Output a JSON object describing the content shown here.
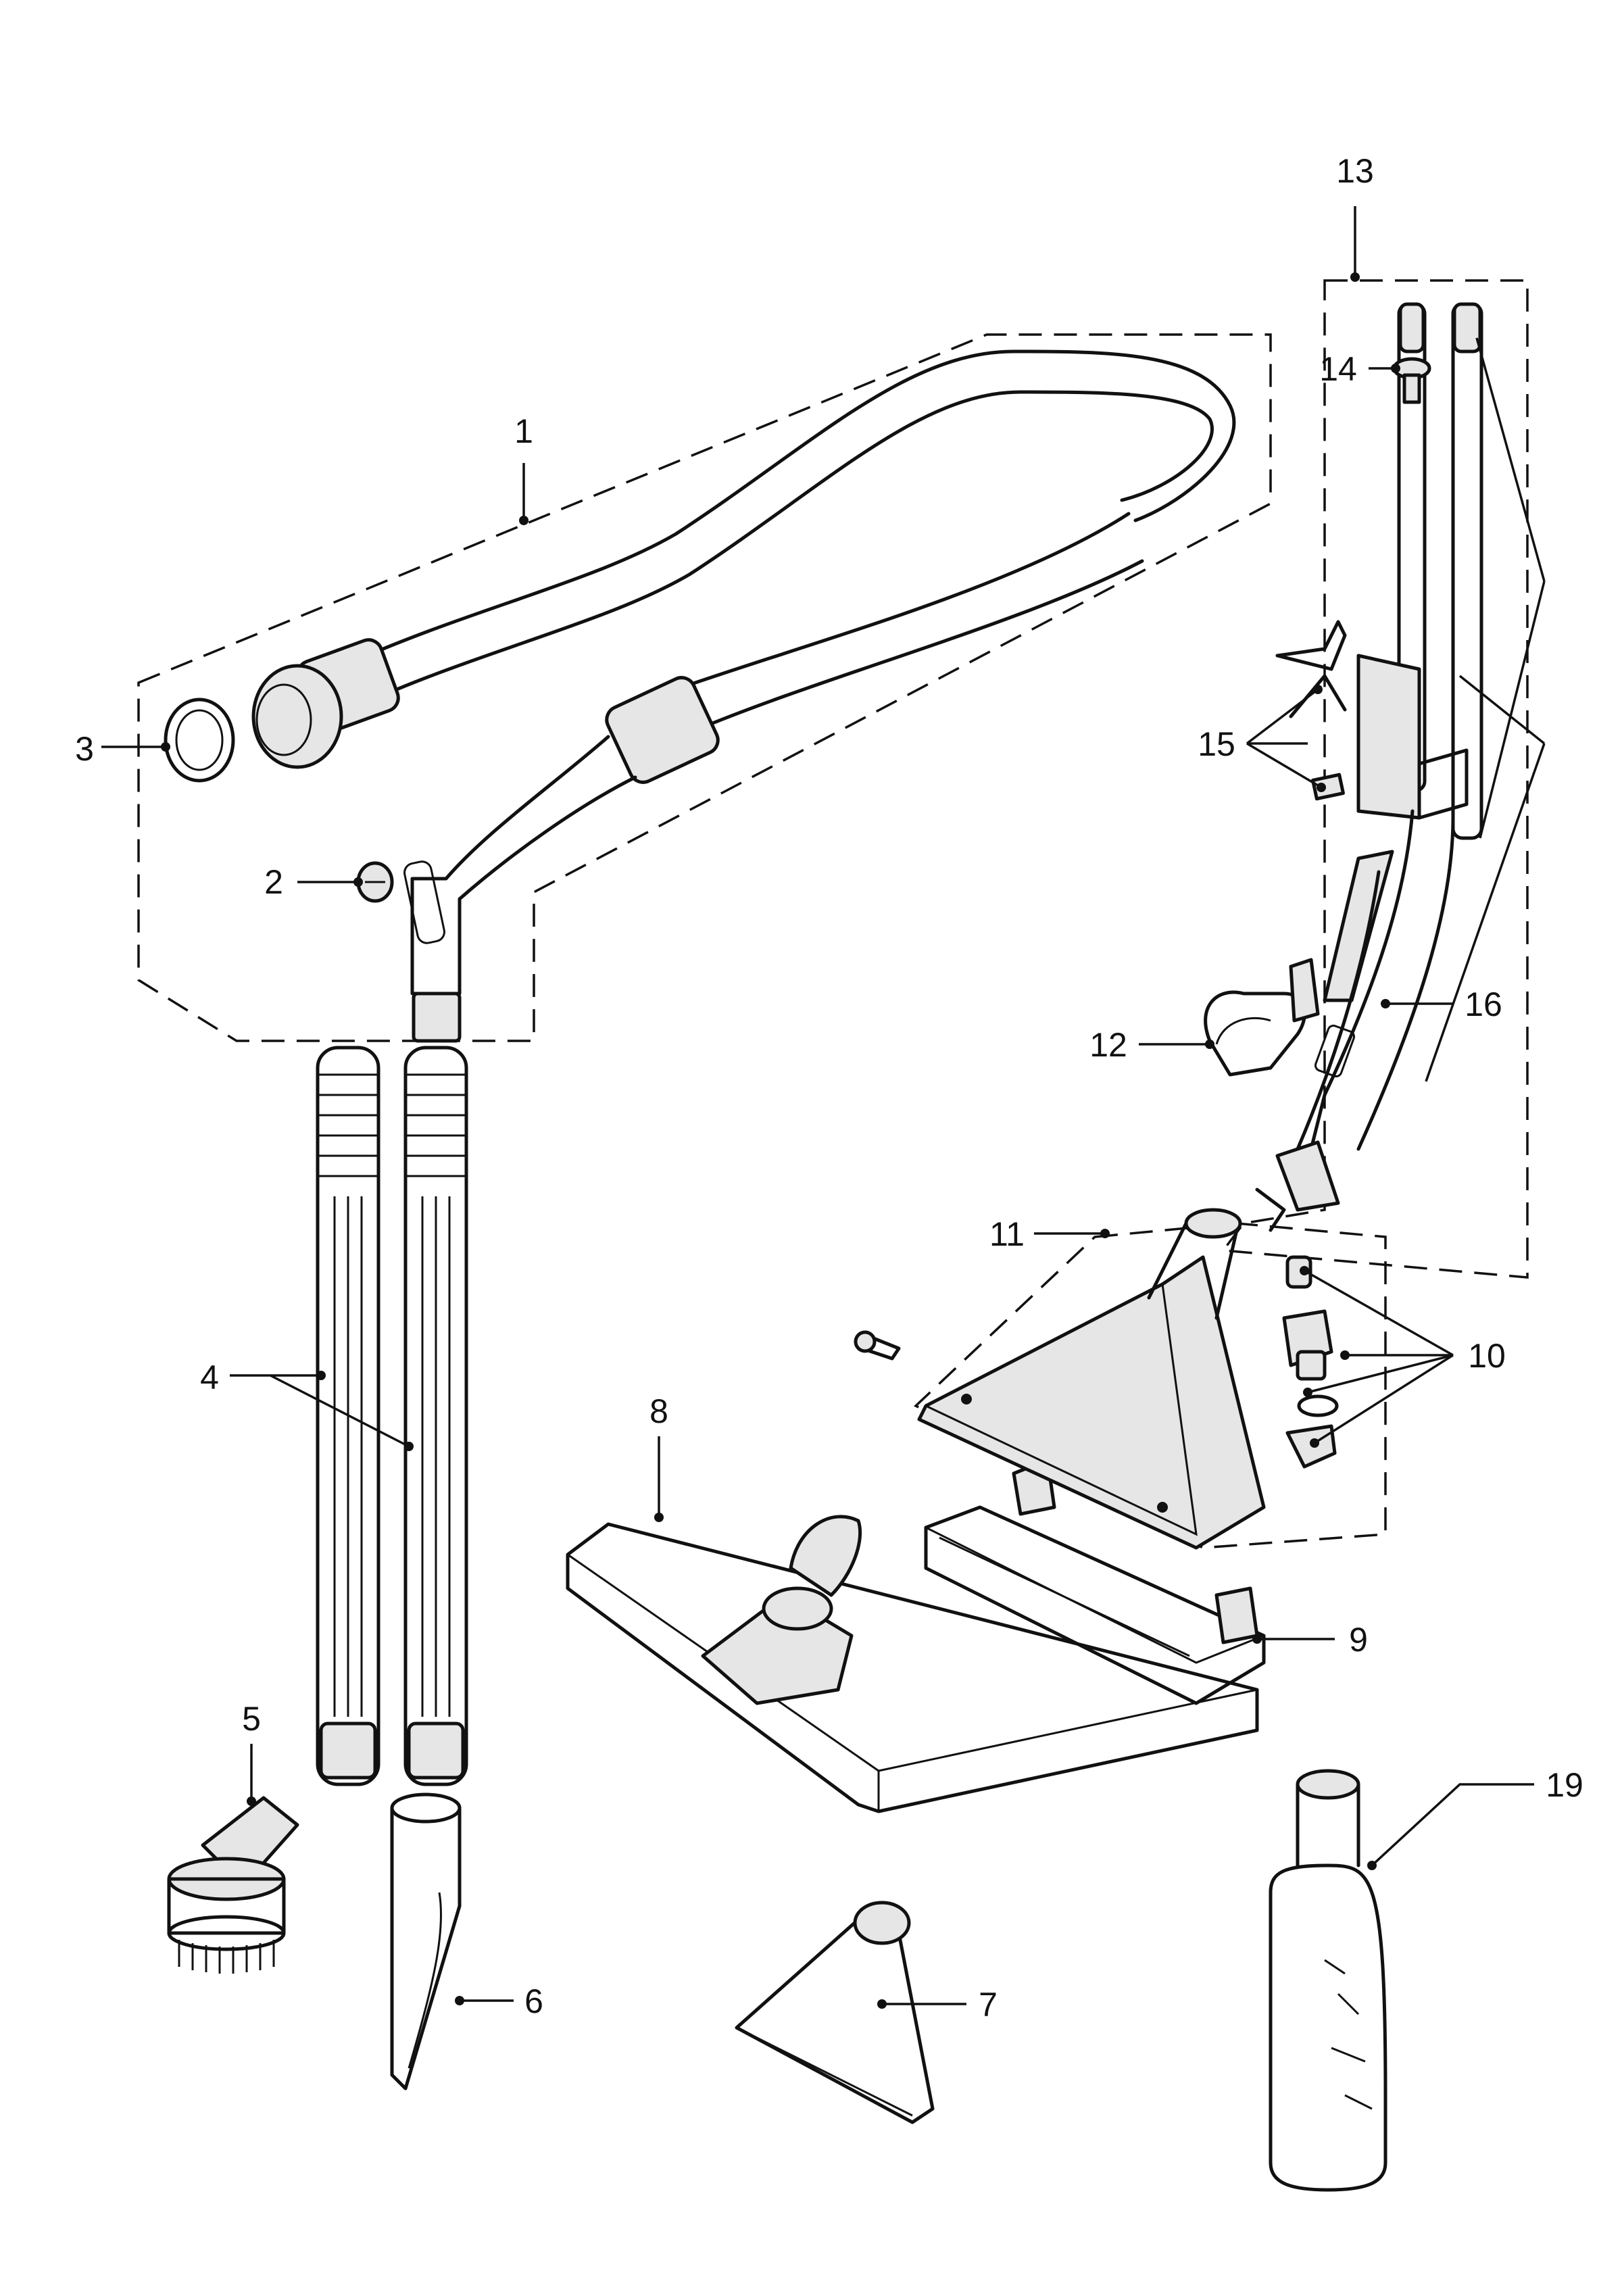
{
  "diagram": {
    "callouts": [
      {
        "id": "1",
        "label": "1"
      },
      {
        "id": "2",
        "label": "2"
      },
      {
        "id": "3",
        "label": "3"
      },
      {
        "id": "4",
        "label": "4"
      },
      {
        "id": "5",
        "label": "5"
      },
      {
        "id": "6",
        "label": "6"
      },
      {
        "id": "7",
        "label": "7"
      },
      {
        "id": "8",
        "label": "8"
      },
      {
        "id": "9",
        "label": "9"
      },
      {
        "id": "10",
        "label": "10"
      },
      {
        "id": "11",
        "label": "11"
      },
      {
        "id": "12",
        "label": "12"
      },
      {
        "id": "13",
        "label": "13"
      },
      {
        "id": "14",
        "label": "14"
      },
      {
        "id": "15",
        "label": "15"
      },
      {
        "id": "16",
        "label": "16"
      },
      {
        "id": "19",
        "label": "19"
      }
    ]
  }
}
